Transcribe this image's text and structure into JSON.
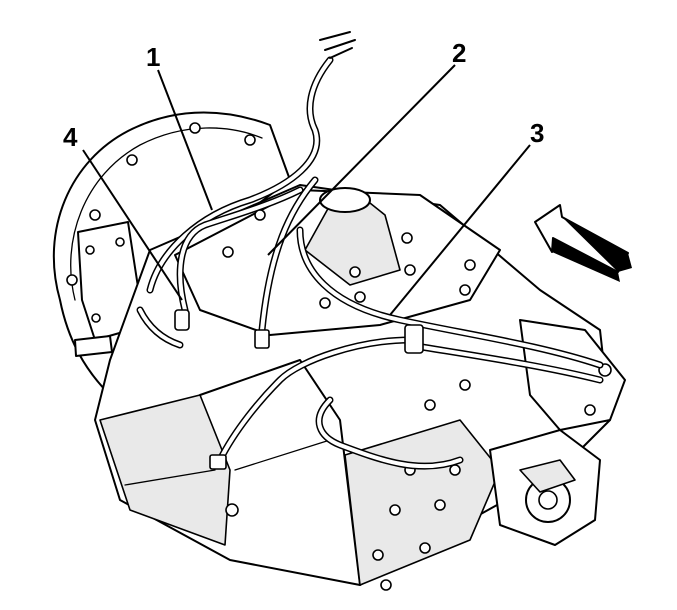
{
  "callouts": [
    {
      "id": "1",
      "label": "1"
    },
    {
      "id": "2",
      "label": "2"
    },
    {
      "id": "3",
      "label": "3"
    },
    {
      "id": "4",
      "label": "4"
    }
  ],
  "colors": {
    "ink": "#000000",
    "background": "#ffffff",
    "shading": "#e9e9e9"
  },
  "icons": [
    "direction-arrow-icon"
  ]
}
